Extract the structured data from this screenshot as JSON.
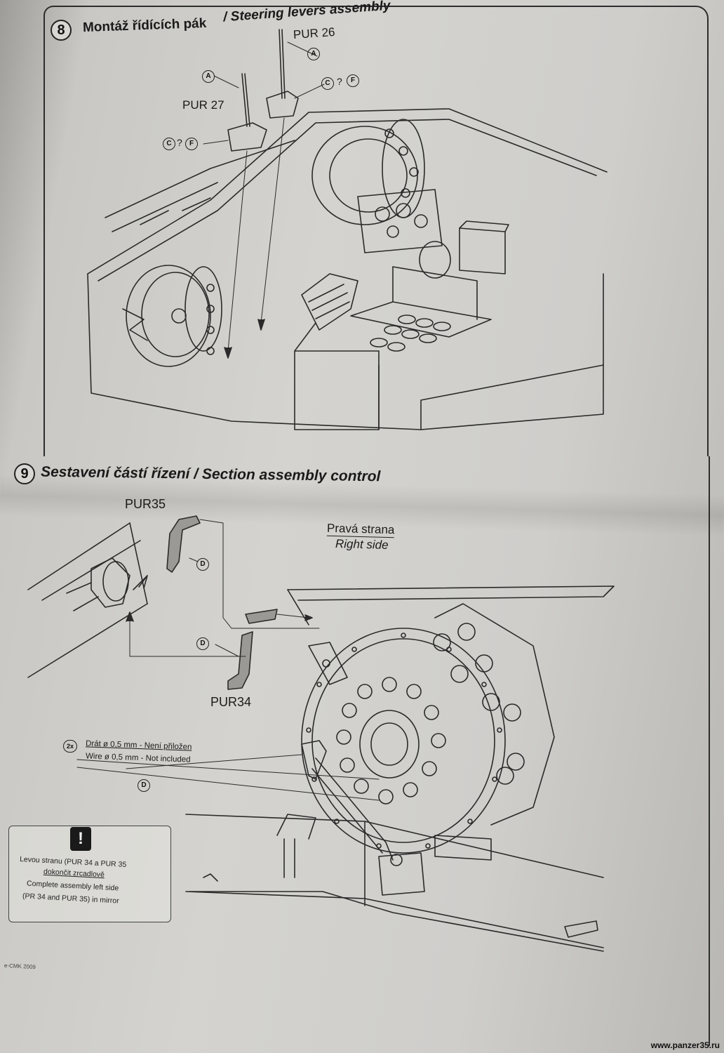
{
  "step8": {
    "number": "8",
    "title": "Montáž řídících pák",
    "title_en": "/ Steering levers assembly",
    "part_a": "PUR 26",
    "part_b": "PUR 27",
    "callout_a": "A",
    "callout_c": "C",
    "callout_f": "F",
    "question": "?"
  },
  "step9": {
    "number": "9",
    "title": "Sestavení částí řízení / Section assembly control",
    "part_top": "PUR35",
    "part_bottom": "PUR34",
    "side_cz": "Pravá strana",
    "side_en": "Right side",
    "callout_d": "D",
    "wire_count": "2x",
    "wire_cz": "Drát ø 0,5 mm - Není přiložen",
    "wire_en": "Wire ø 0,5 mm - Not included"
  },
  "note": {
    "icon": "!",
    "line1": "Levou stranu (PUR 34 a PUR 35",
    "line2": "dokončit zrcadlově",
    "line3": "Complete assembly left side",
    "line4": "(PR 34 and PUR 35) in mirror"
  },
  "footer": {
    "code": "e-CMK 2009",
    "watermark": "www.panzer35.ru"
  }
}
